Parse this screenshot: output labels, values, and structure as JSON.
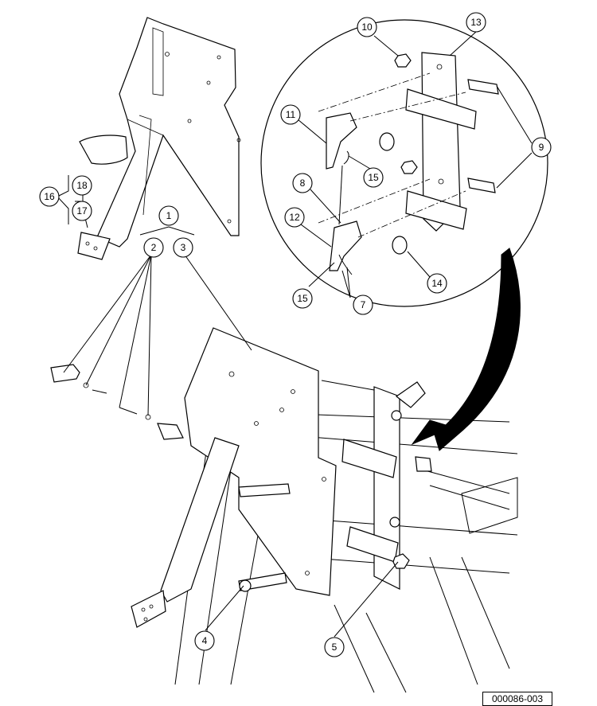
{
  "reference_number": "000086-003",
  "callouts": [
    {
      "id": "c1",
      "label": "1"
    },
    {
      "id": "c2",
      "label": "2"
    },
    {
      "id": "c3",
      "label": "3"
    },
    {
      "id": "c4",
      "label": "4"
    },
    {
      "id": "c5",
      "label": "5"
    },
    {
      "id": "c7",
      "label": "7"
    },
    {
      "id": "c8",
      "label": "8"
    },
    {
      "id": "c9",
      "label": "9"
    },
    {
      "id": "c10",
      "label": "10"
    },
    {
      "id": "c11",
      "label": "11"
    },
    {
      "id": "c12",
      "label": "12"
    },
    {
      "id": "c13",
      "label": "13"
    },
    {
      "id": "c14",
      "label": "14"
    },
    {
      "id": "c15a",
      "label": "15"
    },
    {
      "id": "c15b",
      "label": "15"
    },
    {
      "id": "c16",
      "label": "16"
    },
    {
      "id": "c17",
      "label": "17"
    },
    {
      "id": "c18",
      "label": "18"
    }
  ]
}
